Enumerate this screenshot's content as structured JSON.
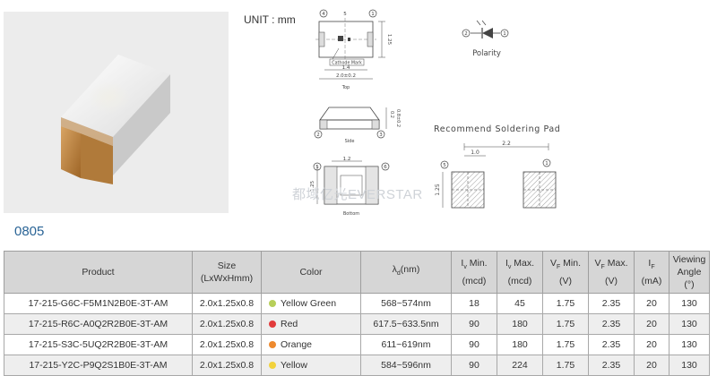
{
  "unit_label": "UNIT : mm",
  "package_name": "0805",
  "watermark": "都域亿光EVERSTAR",
  "drawings": {
    "top_view": {
      "pin_left": "4",
      "pin_top_mid": "5",
      "pin_right": "1",
      "dim_height": "1.25",
      "cathode_mark": "Cathode Mark",
      "dim_inner": "1.4",
      "dim_length": "2.0±0.2",
      "view_label": "Top"
    },
    "side_view": {
      "pin_left": "2",
      "pin_right": "3",
      "dim_a": "0.2",
      "dim_b": "0.8±0.2",
      "view_label": "Side"
    },
    "bottom_view": {
      "pin_left": "5",
      "pin_right": "6",
      "dim_top": "1.2",
      "dim_side": "1.25",
      "view_label": "Bottom"
    },
    "polarity": {
      "pin_left": "2",
      "pin_right": "1",
      "label": "Polarity"
    },
    "solder_pad": {
      "title": "Recommend Soldering Pad",
      "dim_total": "2.2",
      "dim_pad": "1.0",
      "dim_height": "1.25",
      "pin_left": "5",
      "pin_right": "1"
    }
  },
  "table": {
    "headers": [
      {
        "main": "Product"
      },
      {
        "main": "Size",
        "line2": "(LxWxHmm)"
      },
      {
        "main": "Color"
      },
      {
        "main": "λ",
        "sub": "d",
        "after": "(nm)"
      },
      {
        "main": "I",
        "sub": "v",
        "after": " Min.",
        "line2": "(mcd)"
      },
      {
        "main": "I",
        "sub": "v",
        "after": " Max.",
        "line2": "(mcd)"
      },
      {
        "main": "V",
        "sub": "F",
        "after": " Min.",
        "line2": "(V)"
      },
      {
        "main": "V",
        "sub": "F",
        "after": " Max.",
        "line2": "(V)"
      },
      {
        "main": "I",
        "sub": "F",
        "line2": "(mA)"
      },
      {
        "main": "Viewing",
        "line2": "Angle (°)"
      }
    ],
    "rows": [
      {
        "product": "17-215-G6C-F5M1N2B0E-3T-AM",
        "size": "2.0x1.25x0.8",
        "color": "Yellow Green",
        "dot": "#b7cf5a",
        "wavelength": "568~574nm",
        "iv_min": "18",
        "iv_max": "45",
        "vf_min": "1.75",
        "vf_max": "2.35",
        "if": "20",
        "angle": "130"
      },
      {
        "product": "17-215-R6C-A0Q2R2B0E-3T-AM",
        "size": "2.0x1.25x0.8",
        "color": "Red",
        "dot": "#e23b3b",
        "wavelength": "617.5~633.5nm",
        "iv_min": "90",
        "iv_max": "180",
        "vf_min": "1.75",
        "vf_max": "2.35",
        "if": "20",
        "angle": "130"
      },
      {
        "product": "17-215-S3C-5UQ2R2B0E-3T-AM",
        "size": "2.0x1.25x0.8",
        "color": "Orange",
        "dot": "#ee8a2e",
        "wavelength": "611~619nm",
        "iv_min": "90",
        "iv_max": "180",
        "vf_min": "1.75",
        "vf_max": "2.35",
        "if": "20",
        "angle": "130"
      },
      {
        "product": "17-215-Y2C-P9Q2S1B0E-3T-AM",
        "size": "2.0x1.25x0.8",
        "color": "Yellow",
        "dot": "#f2d23c",
        "wavelength": "584~596nm",
        "iv_min": "90",
        "iv_max": "224",
        "vf_min": "1.75",
        "vf_max": "2.35",
        "if": "20",
        "angle": "130"
      }
    ]
  }
}
